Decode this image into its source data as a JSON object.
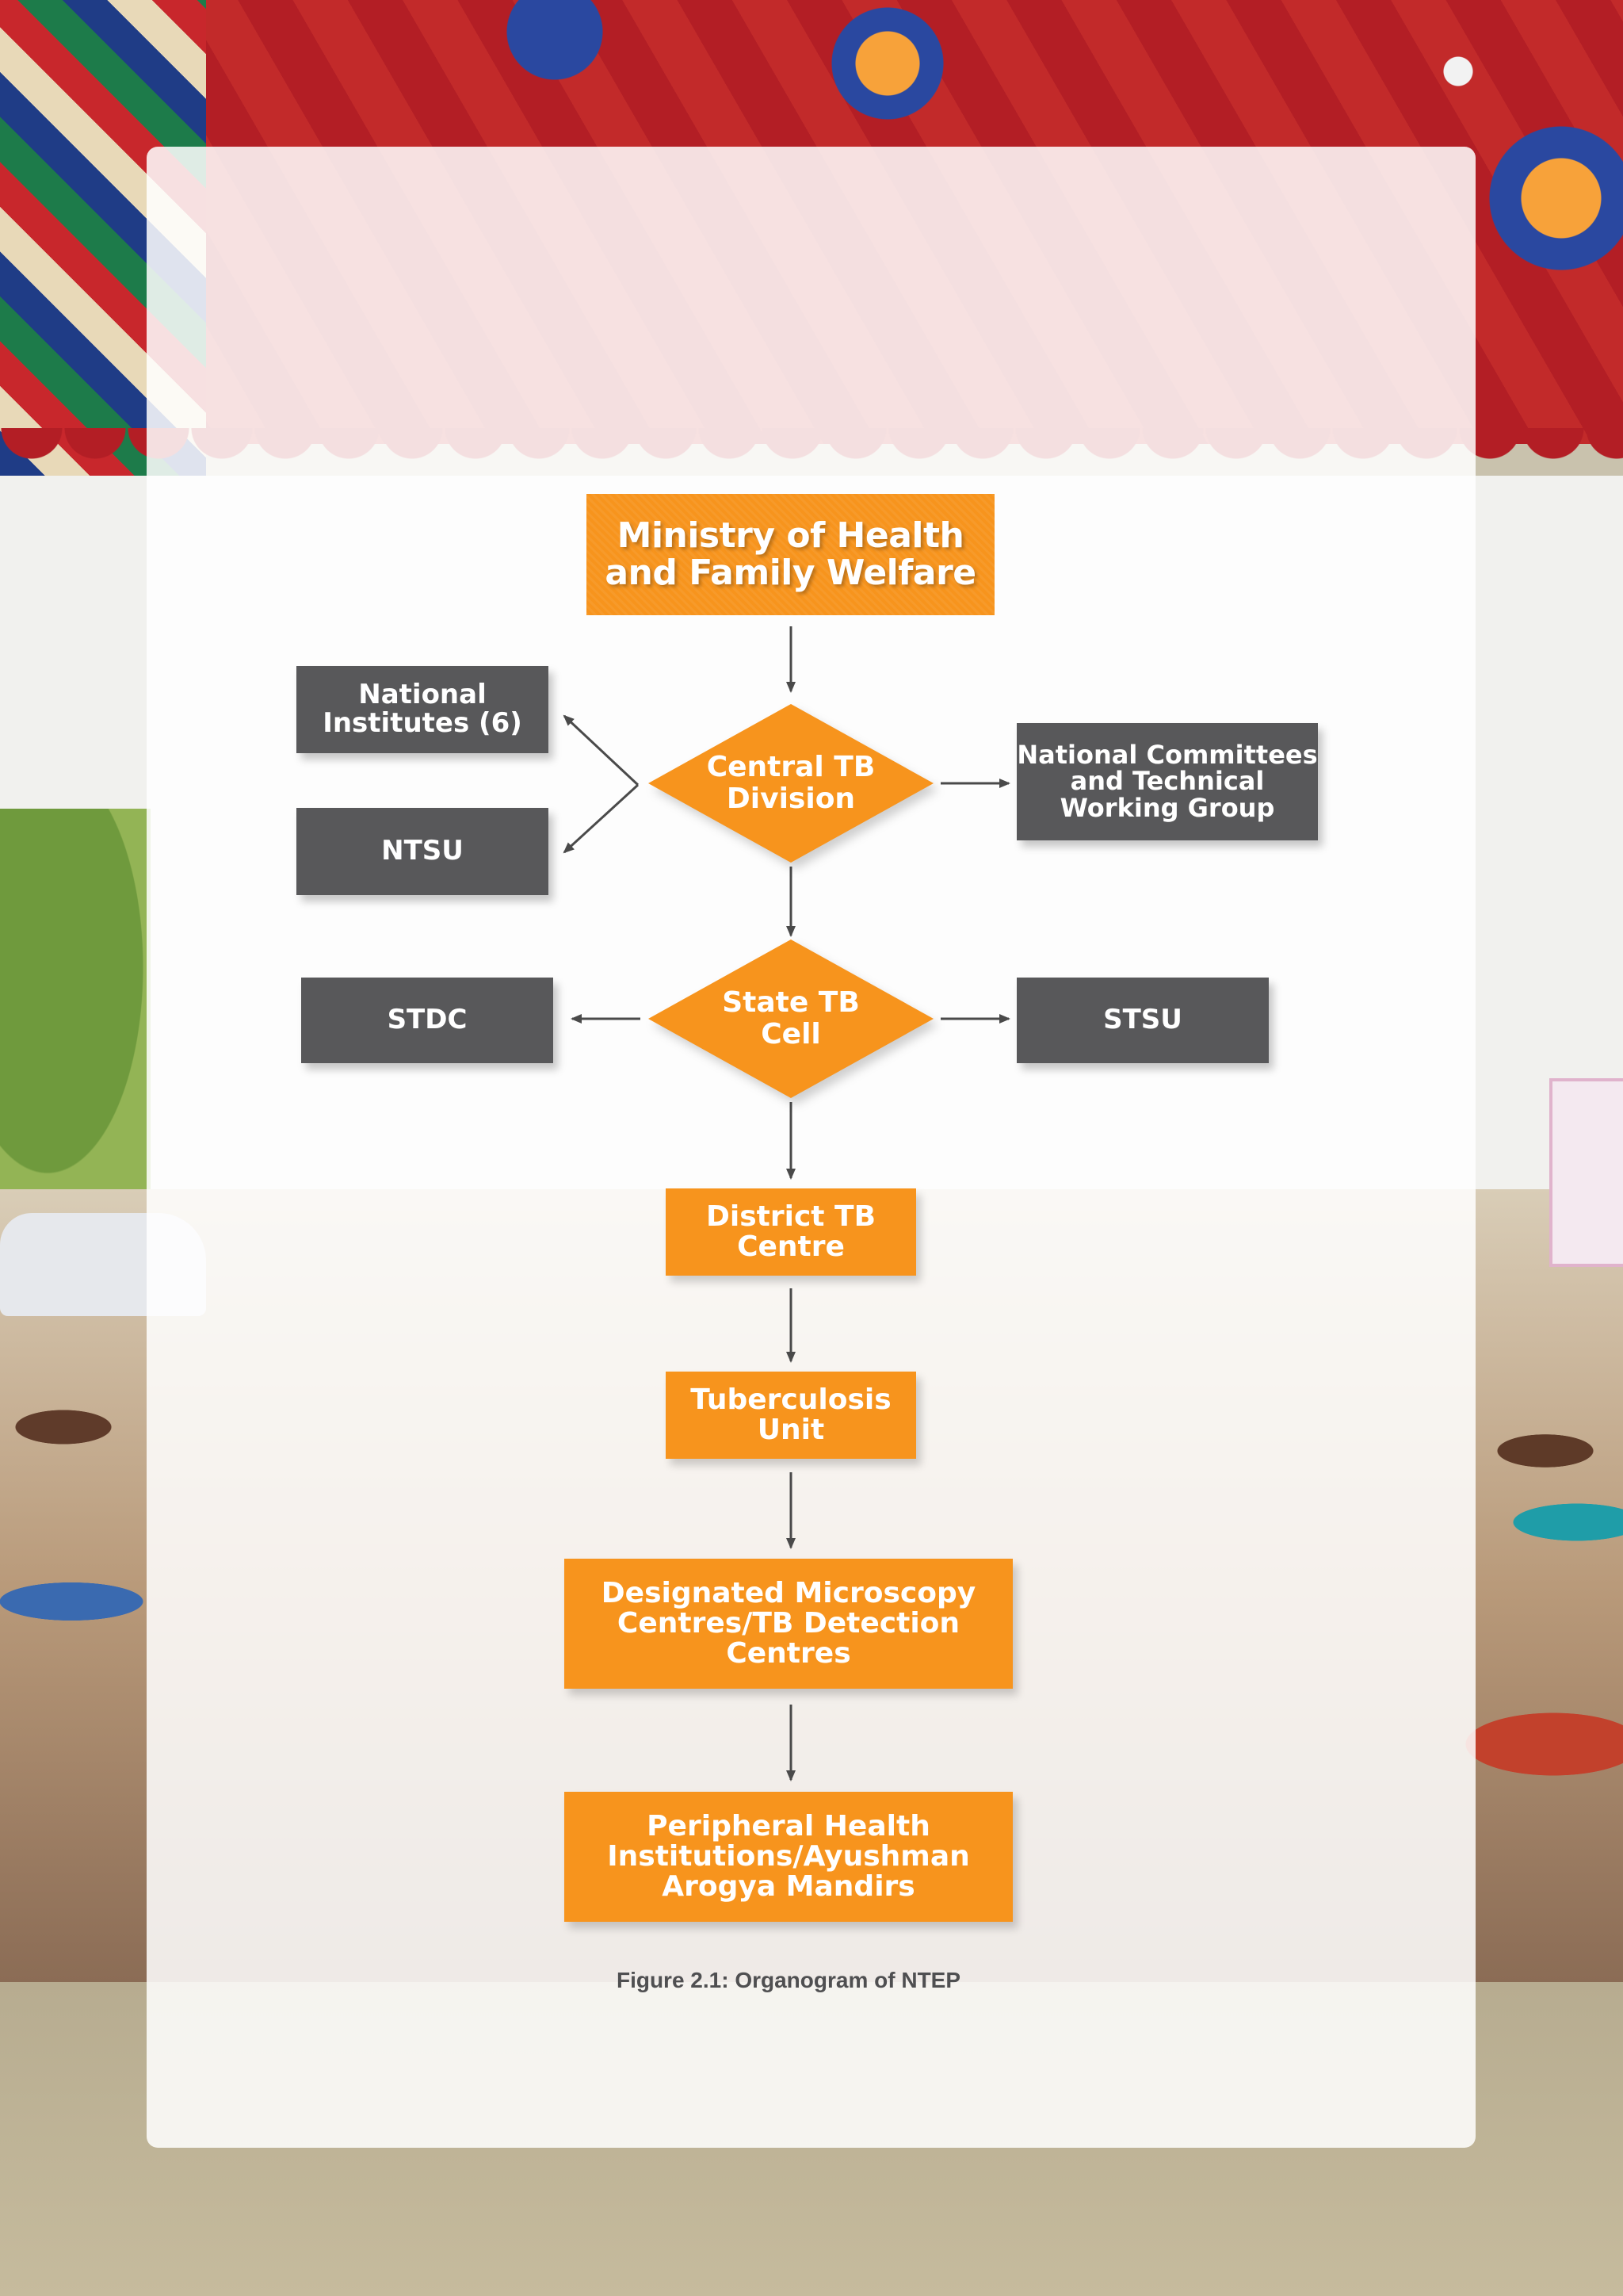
{
  "diagram": {
    "top": "Ministry of Health\nand Family Welfare",
    "central": "Central TB\nDivision",
    "national_institutes": "National\nInstitutes (6)",
    "ntsu": "NTSU",
    "national_committees": "National Committees\nand Technical\nWorking Group",
    "state": "State TB\nCell",
    "stdc": "STDC",
    "stsu": "STSU",
    "district": "District TB\nCentre",
    "tu": "Tuberculosis\nUnit",
    "dmc": "Designated Microscopy\nCentres/TB Detection\nCentres",
    "phi": "Peripheral Health\nInstitutions/Ayushman\nArogya Mandirs"
  },
  "caption": "Figure 2.1: Organogram of NTEP",
  "colors": {
    "orange": "#f7941d",
    "grey": "#58585a",
    "arrow": "#4a4a4a"
  }
}
